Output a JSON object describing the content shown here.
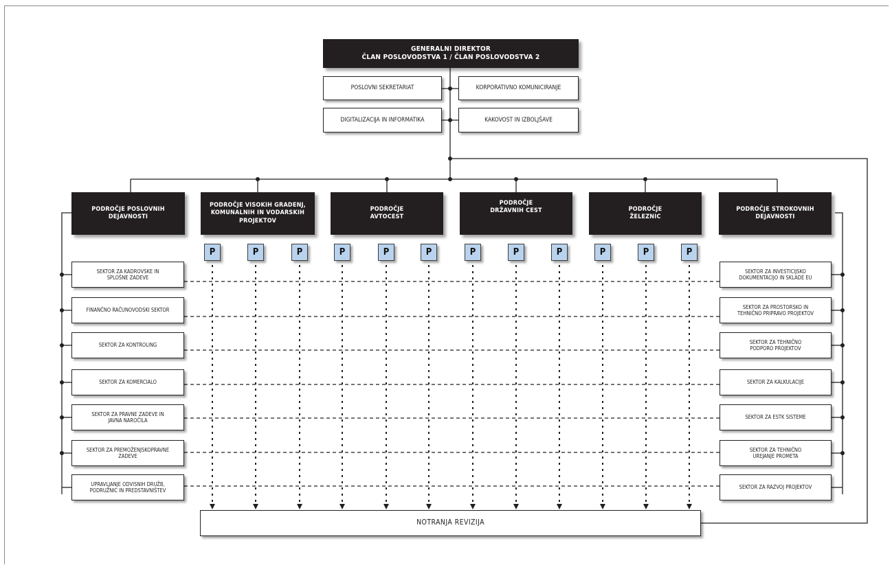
{
  "top": {
    "title": "GENERALNI DIREKTOR\nČLAN POSLOVODSTVA 1 / ČLAN POSLOVODSTVA 2"
  },
  "staff": {
    "poslovni": "POSLOVNI SEKRETARIAT",
    "korporativno": "KORPORATIVNO KOMUNICIRANJE",
    "digital": "DIGITALIZACIJA IN INFORMATIKA",
    "kakovost": "KAKOVOST IN IZBOLJŠAVE"
  },
  "areas": [
    "PODROČJE POSLOVNIH\nDEJAVNOSTI",
    "PODROČJE VISOKIH GRADENJ,\nKOMUNALNIH IN VODARSKIH\nPROJEKTOV",
    "PODROČJE\nAVTOCEST",
    "PODROČJE\nDRŽAVNIH CEST",
    "PODROČJE\nŽELEZNIC",
    "PODROČJE STROKOVNIH\nDEJAVNOSTI"
  ],
  "p_label": "P",
  "left_sectors": [
    "SEKTOR ZA KADROVSKE IN\nSPLOŠNE ZADEVE",
    "FINANČNO RAČUNOVODSKI SEKTOR",
    "SEKTOR ZA KONTROLING",
    "SEKTOR ZA KOMERCIALO",
    "SEKTOR ZA PRAVNE ZADEVE IN\nJAVNA NAROČILA",
    "SEKTOR ZA PREMOŽENJSKOPRAVNE\nZADEVE",
    "UPRAVLJANJE ODVISNIH DRUŽB,\nPODRUŽNIC IN PREDSTAVNIŠTEV"
  ],
  "right_sectors": [
    "SEKTOR ZA INVESTICIJSKO\nDOKUMENTACIJO IN SKLADE EU",
    "SEKTOR ZA PROSTORSKO IN\nTEHNIČNO PRIPRAVO PROJEKTOV",
    "SEKTOR ZA TEHNIČNO\nPODPORO PROJEKTOV",
    "SEKTOR ZA KALKULACIJE",
    "SEKTOR ZA ESTK SISTEME",
    "SEKTOR ZA TEHNIČNO\nUREJANJE PROMETA",
    "SEKTOR ZA RAZVOJ PROJEKTOV"
  ],
  "revizija": "NOTRANJA REVIZIJA",
  "colors": {
    "dark": "#231f20",
    "p_fill": "#b9d3ee"
  }
}
